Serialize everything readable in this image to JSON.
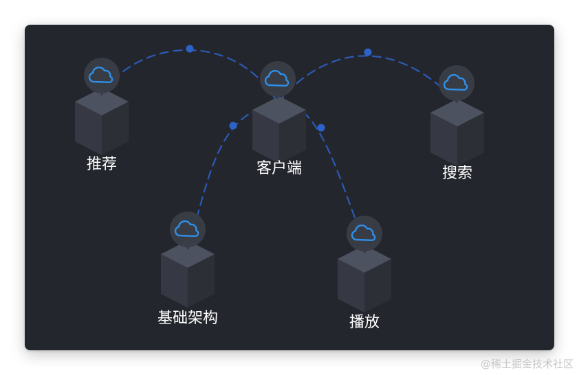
{
  "nodes": [
    {
      "id": "recommend",
      "label": "推荐",
      "icon": "cloud-icon"
    },
    {
      "id": "client",
      "label": "客户端",
      "icon": "cloud-icon"
    },
    {
      "id": "search",
      "label": "搜索",
      "icon": "cloud-icon"
    },
    {
      "id": "infra",
      "label": "基础架构",
      "icon": "cloud-icon"
    },
    {
      "id": "playback",
      "label": "播放",
      "icon": "cloud-icon"
    }
  ],
  "links": [
    {
      "from": "recommend",
      "to": "client"
    },
    {
      "from": "client",
      "to": "search"
    },
    {
      "from": "infra",
      "to": "client"
    },
    {
      "from": "client",
      "to": "playback"
    }
  ],
  "watermark": "@稀土掘金技术社区",
  "colors": {
    "background": "#24262d",
    "link": "#2b5bb5",
    "cloud": "#2f8fe8",
    "cube_top": "#4d5260",
    "cube_left": "#363943",
    "cube_right": "#2d2f37"
  }
}
